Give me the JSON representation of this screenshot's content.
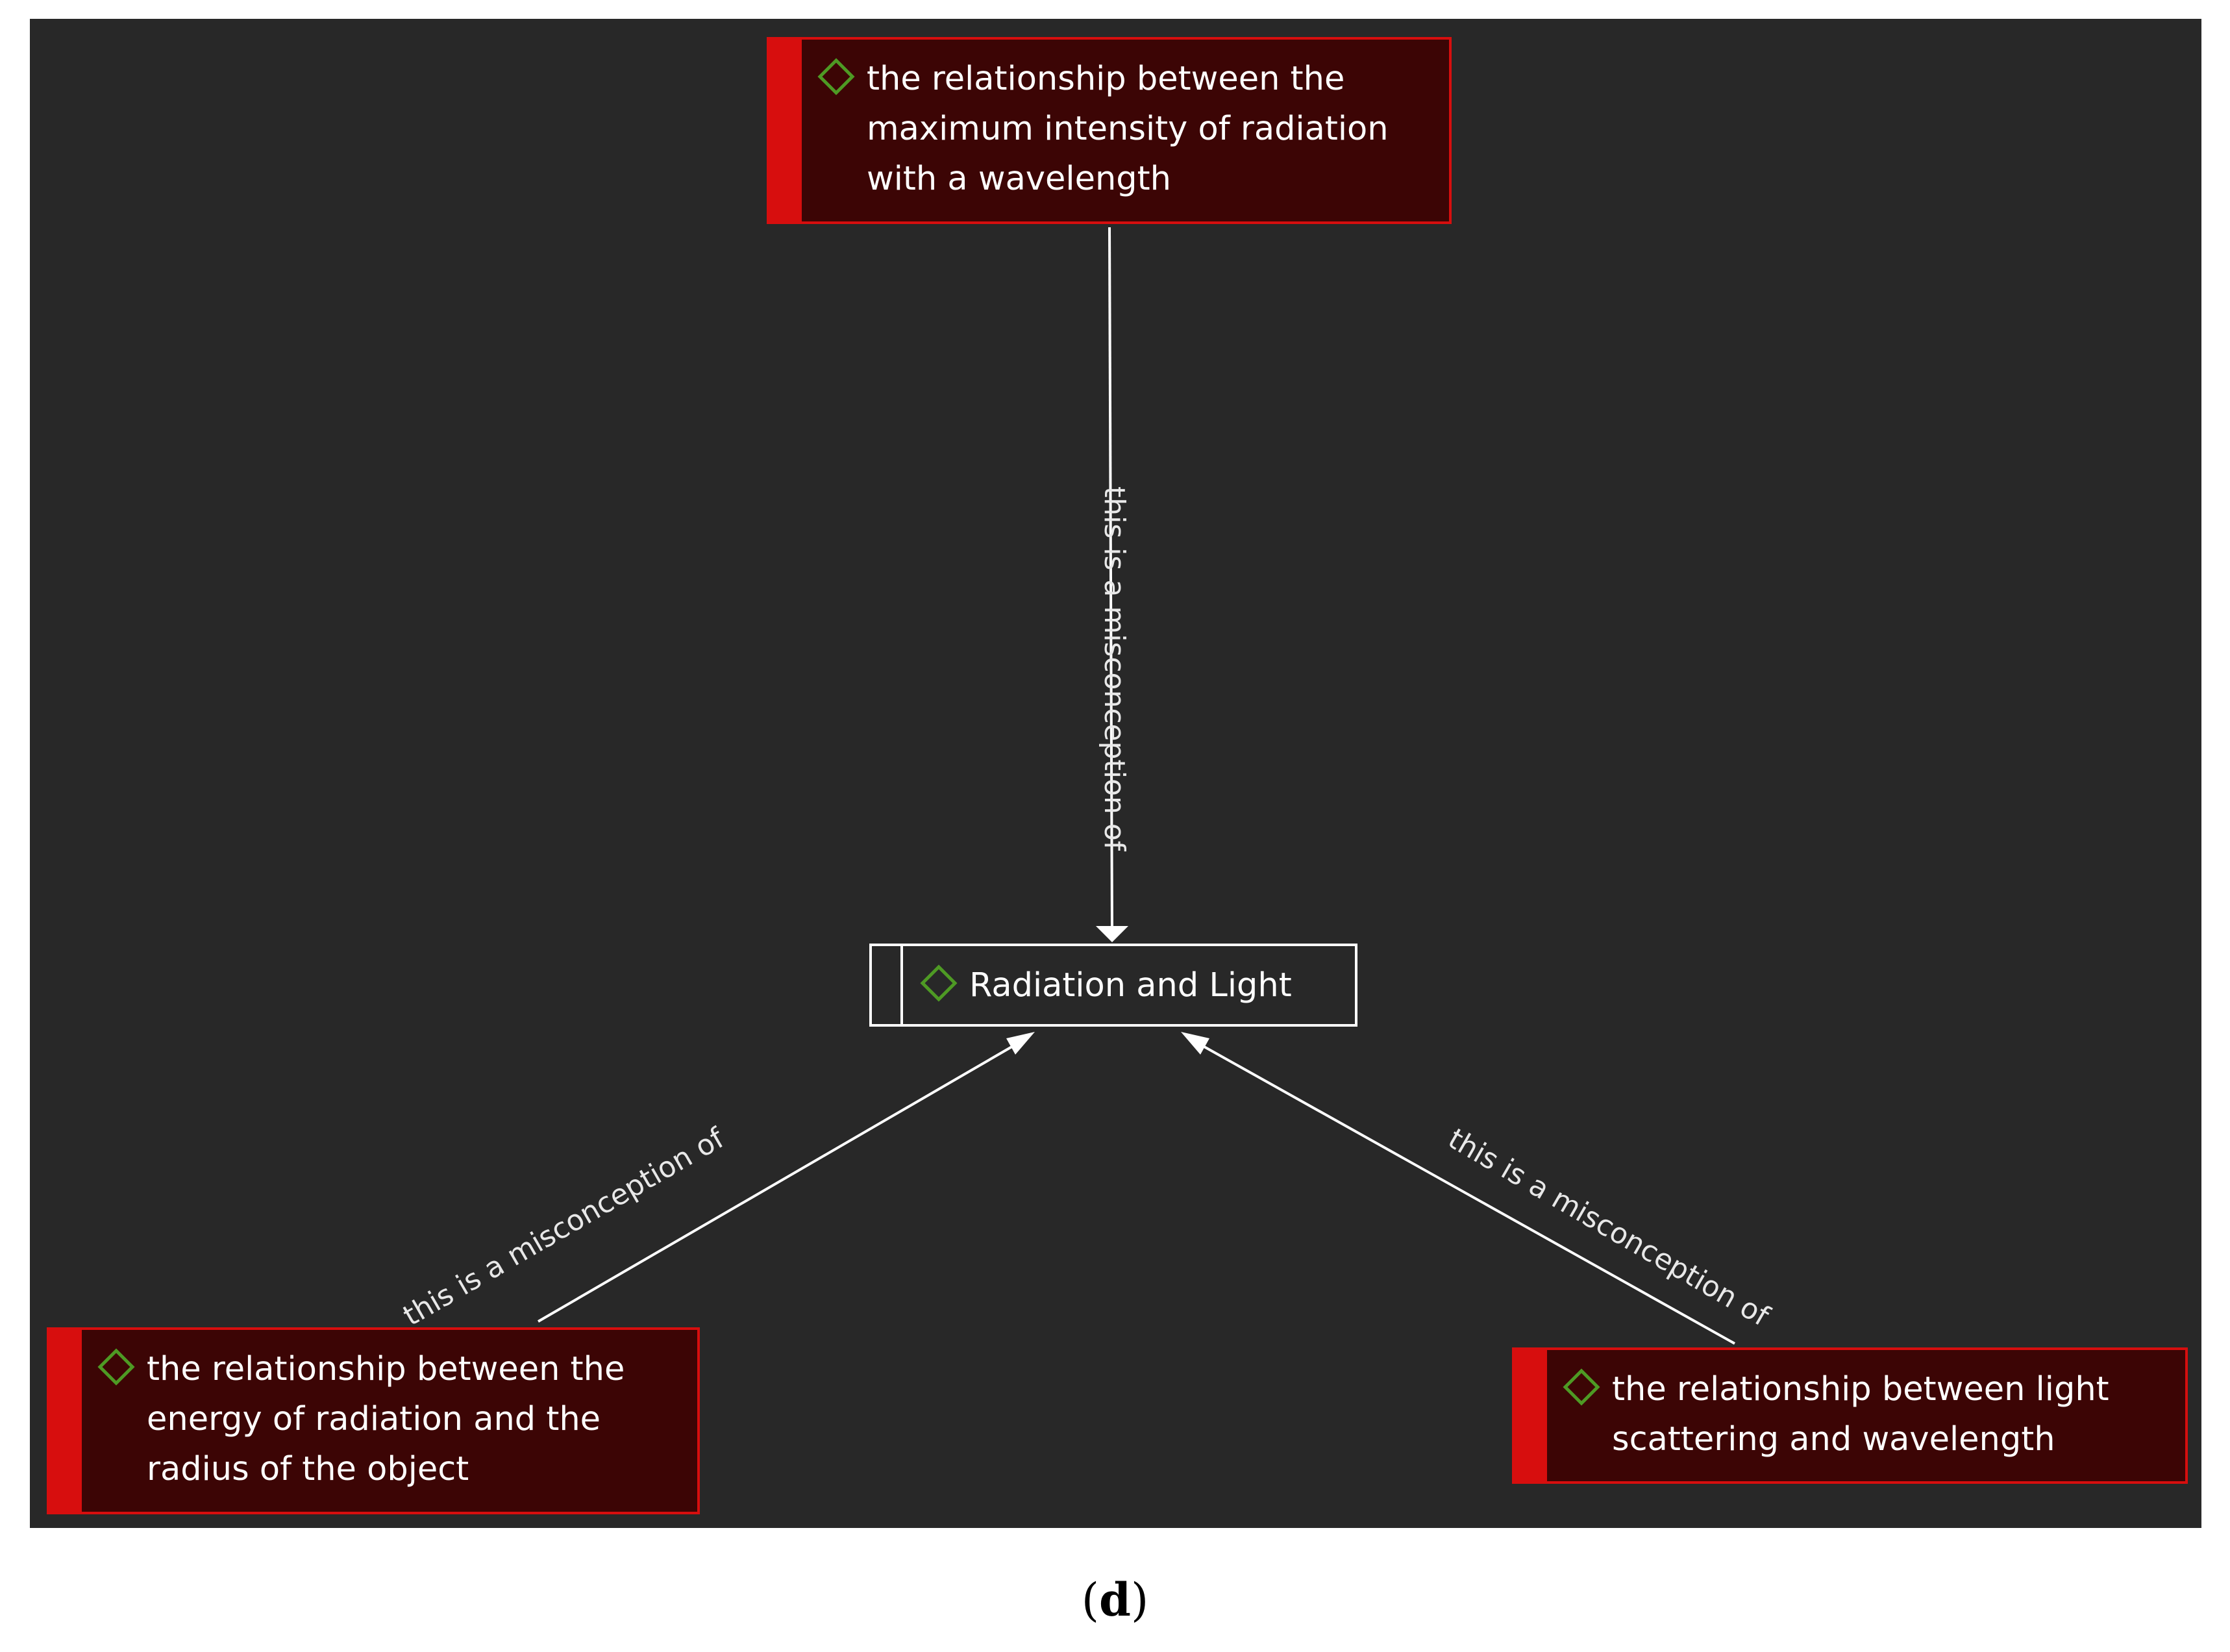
{
  "nodes": {
    "top": {
      "text": "the relationship between the\nmaximum intensity of radiation\nwith a wavelength"
    },
    "center": {
      "text": "Radiation and Light"
    },
    "bottom_left": {
      "text": "the relationship between the\nenergy of radiation and the\nradius of the object"
    },
    "bottom_right": {
      "text": "the relationship between light\nscattering and wavelength"
    }
  },
  "edges": {
    "top_to_center": {
      "label": "this is a misconception of"
    },
    "left_to_center": {
      "label": "this is a misconception of"
    },
    "right_to_center": {
      "label": "this is a misconception of"
    }
  },
  "caption": {
    "open": "(",
    "letter": "d",
    "close": ")"
  },
  "colors": {
    "canvas": "#282828",
    "misconception_fill": "#3c0505",
    "misconception_border": "#d70e0e",
    "icon_green": "#4e9a24",
    "edge": "#ffffff"
  }
}
